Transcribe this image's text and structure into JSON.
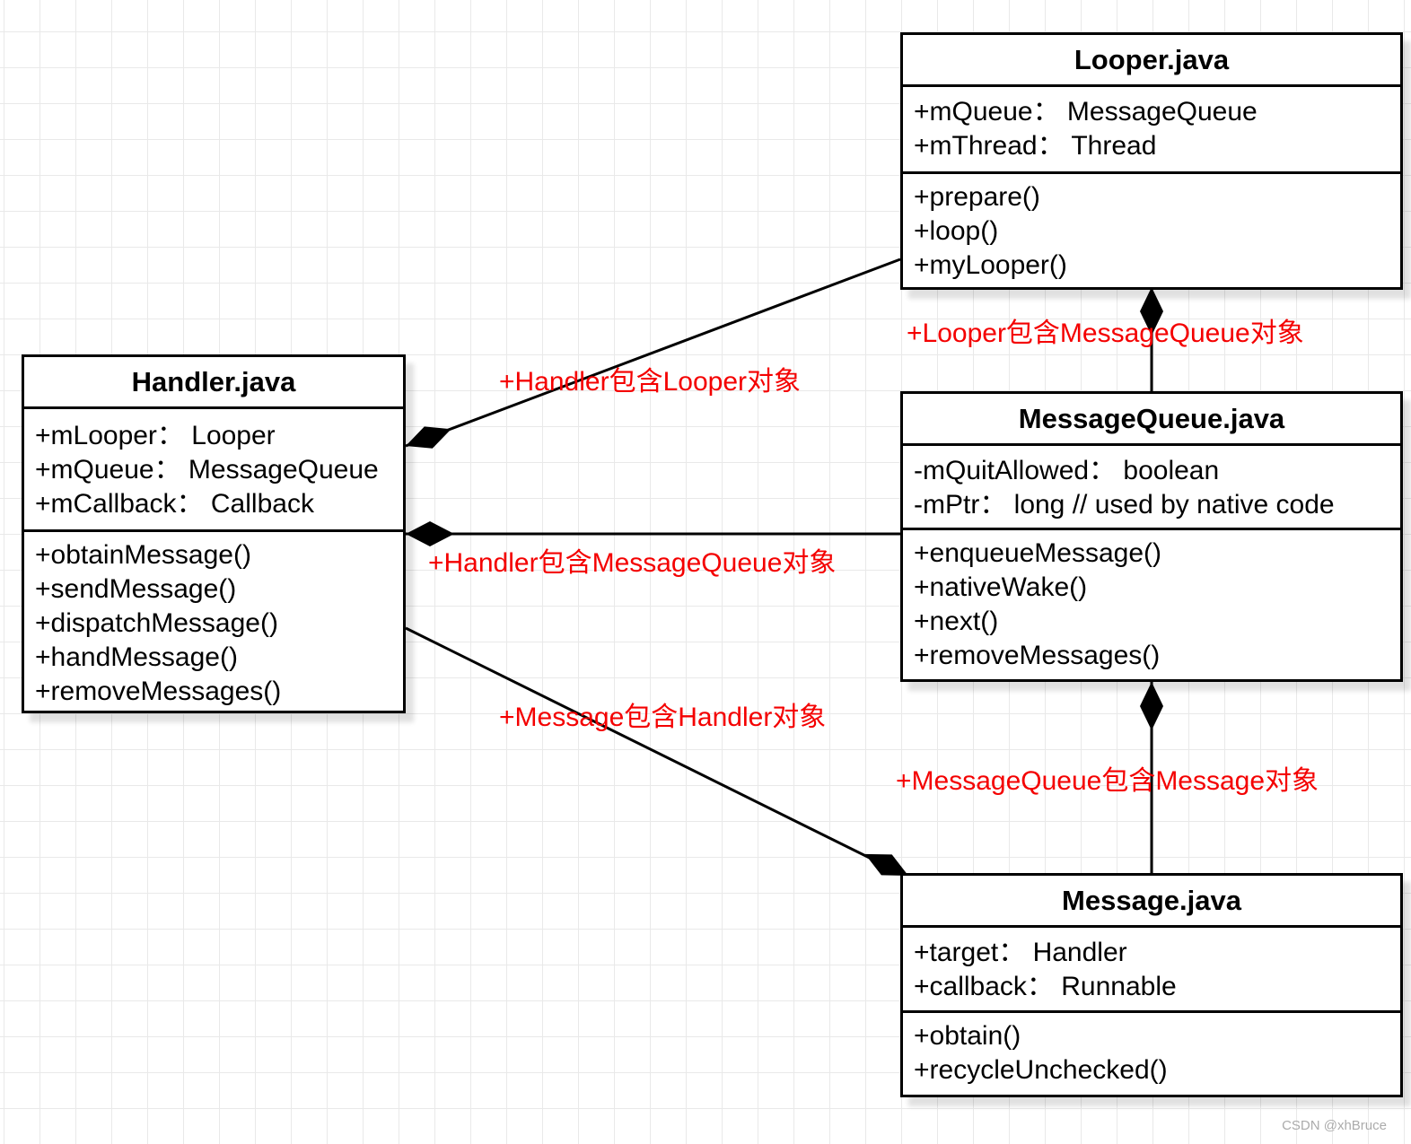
{
  "diagram": {
    "classes": [
      {
        "title": "Looper.java",
        "attributes": [
          "+mQueue：  MessageQueue",
          "+mThread：  Thread"
        ],
        "methods": [
          "+prepare()",
          "+loop()",
          "+myLooper()"
        ]
      },
      {
        "title": "Handler.java",
        "attributes": [
          "+mLooper：  Looper",
          "+mQueue：  MessageQueue",
          "+mCallback：  Callback"
        ],
        "methods": [
          "+obtainMessage()",
          "+sendMessage()",
          "+dispatchMessage()",
          "+handMessage()",
          "+removeMessages()"
        ]
      },
      {
        "title": "MessageQueue.java",
        "attributes": [
          "-mQuitAllowed：  boolean",
          "-mPtr：  long  // used by native code"
        ],
        "methods": [
          "+enqueueMessage()",
          "+nativeWake()",
          "+next()",
          "+removeMessages()"
        ]
      },
      {
        "title": "Message.java",
        "attributes": [
          "+target：  Handler",
          "+callback：  Runnable"
        ],
        "methods": [
          "+obtain()",
          "+recycleUnchecked()"
        ]
      }
    ],
    "relations": [
      {
        "label": "+Looper包含MessageQueue对象",
        "type": "composition"
      },
      {
        "label": "+Handler包含Looper对象",
        "type": "composition"
      },
      {
        "label": "+Handler包含MessageQueue对象",
        "type": "composition"
      },
      {
        "label": "+Message包含Handler对象",
        "type": "composition"
      },
      {
        "label": "+MessageQueue包含Message对象",
        "type": "composition"
      }
    ],
    "watermark": "CSDN @xhBruce",
    "colors": {
      "relation_label": "#f40000",
      "line": "#000000",
      "box_border": "#000000",
      "box_fill": "#ffffff",
      "grid_line": "#e9e9e9",
      "watermark": "#ababab"
    }
  }
}
